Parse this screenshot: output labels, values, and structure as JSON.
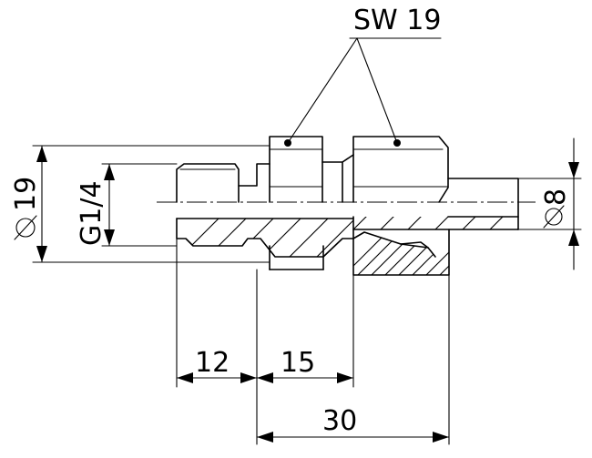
{
  "labels": {
    "wrench_size": "SW 19",
    "outer_diameter": "19",
    "thread": "G1/4",
    "tube_diameter": "8",
    "dim_thread_length": "12",
    "dim_body_length": "15",
    "dim_total_length": "30"
  }
}
